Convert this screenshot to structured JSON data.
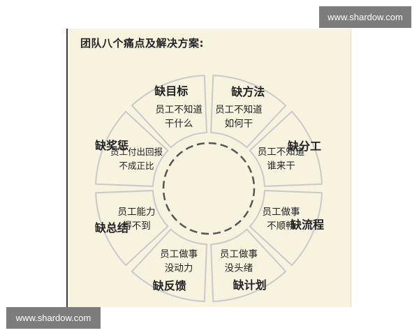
{
  "title": "团队八个痛点及解决方案:",
  "segments": [
    {
      "label": "缺目标",
      "desc": [
        "员工不知道",
        "干什么"
      ]
    },
    {
      "label": "缺方法",
      "desc": [
        "员工不知道",
        "如何干"
      ]
    },
    {
      "label": "缺分工",
      "desc": [
        "员工不知道",
        "谁来干"
      ]
    },
    {
      "label": "缺流程",
      "desc": [
        "员工做事",
        "不顺畅"
      ]
    },
    {
      "label": "缺计划",
      "desc": [
        "员工做事",
        "没头绪"
      ]
    },
    {
      "label": "缺反馈",
      "desc": [
        "员工做事",
        "没动力"
      ]
    },
    {
      "label": "缺总结",
      "desc": [
        "员工能力",
        "得不到"
      ]
    },
    {
      "label": "缺奖惩",
      "desc": [
        "员工付出回报",
        "不成正比"
      ]
    }
  ],
  "watermarks": {
    "top": "www.shardow.com",
    "bottom": "www.shardow.com"
  },
  "colors": {
    "background": "#f7f3df",
    "segment_fill": "#f7f3df",
    "segment_stroke": "#c9c9c9",
    "text": "#222222"
  }
}
